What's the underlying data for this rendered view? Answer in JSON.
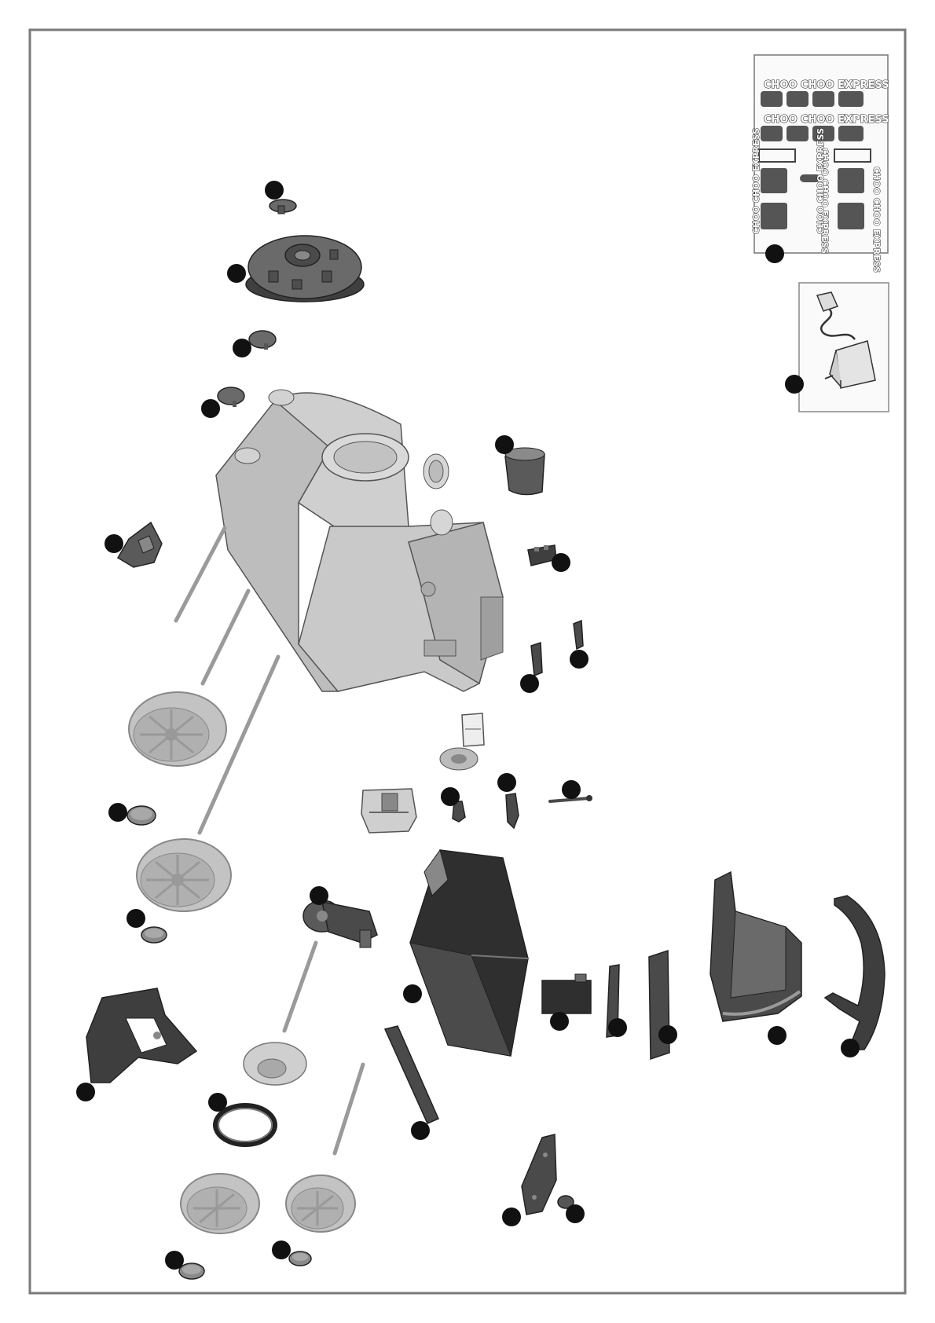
{
  "sheet": {
    "sticker_label": "CHOO CHOO EXPRESS"
  },
  "parts": [
    "sticker-sheet",
    "charger",
    "chimney-cap",
    "chimney-base",
    "dome-cap-left",
    "dome-cap-right",
    "main-body",
    "chimney-ring",
    "side-clip",
    "small-connector",
    "switch-left",
    "switch-right",
    "axle-rod-1",
    "axle-rod-2",
    "axle-rod-3",
    "axle-rod-4",
    "axle-rod-5",
    "rear-wheel-top",
    "rear-wheel-bottom",
    "hub-cap-1",
    "hub-cap-2",
    "hub-cap-3",
    "hub-cap-4",
    "front-wheel-left",
    "front-wheel-right",
    "gear-motor",
    "front-cowl",
    "coupling-ring",
    "wheel-disc",
    "battery-compartment",
    "battery",
    "battery-strap",
    "cover-plate",
    "seat",
    "seat-back",
    "footrest-bar",
    "rear-bracket",
    "pedal-frame",
    "pedal-switch",
    "motor-block",
    "clip-a",
    "clip-b",
    "long-pin",
    "nut"
  ],
  "colors": {
    "light_part": "#c9c9c9",
    "mid_part": "#8a8a8a",
    "dark_part": "#4a4a4a",
    "outline": "#2a2a2a",
    "callout": "#111111",
    "frame": "#7a7a7a"
  }
}
